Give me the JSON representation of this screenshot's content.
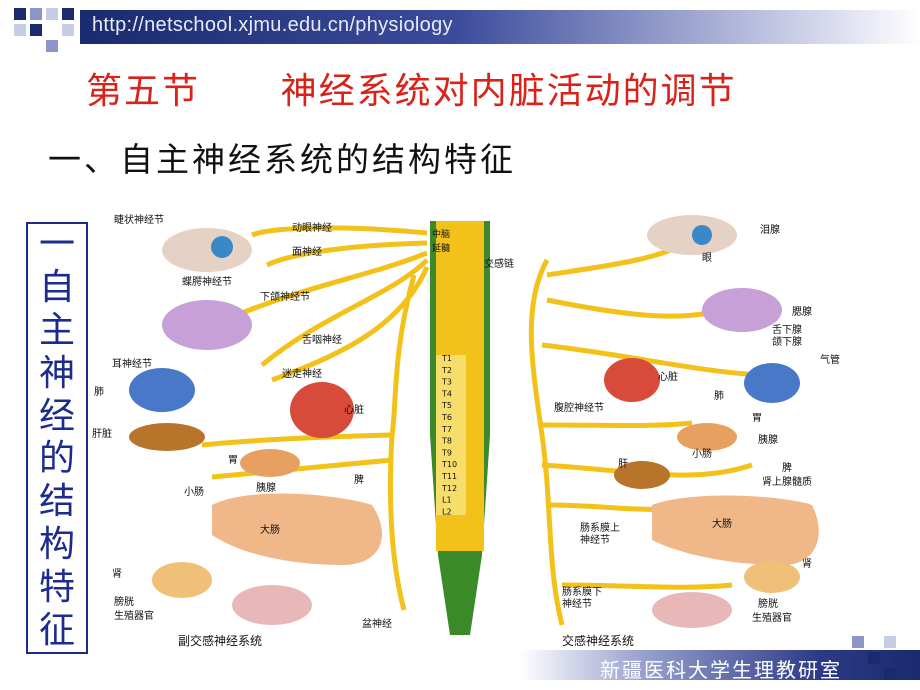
{
  "header": {
    "url": "http://netschool.xjmu.edu.cn/physiology"
  },
  "title": "第五节      神经系统对内脏活动的调节",
  "subtitle": "一、自主神经系统的结构特征",
  "vertical_label": [
    "一",
    "自",
    "主",
    "神",
    "经",
    "的",
    "结",
    "构",
    "特",
    "征"
  ],
  "diagram": {
    "left_labels": {
      "ciliary_ganglion": "睫状神经节",
      "oculomotor_nerve": "动眼神经",
      "facial_nerve": "面神经",
      "pterygopalatine_ganglion": "蝶腭神经节",
      "submandibular_ganglion": "下颌神经节",
      "glossopharyngeal_nerve": "舌咽神经",
      "otic_ganglion": "耳神经节",
      "vagus_nerve": "迷走神经",
      "lung": "肺",
      "heart": "心脏",
      "liver": "肝脏",
      "stomach": "胃",
      "spleen": "脾",
      "small_intestine": "小肠",
      "pancreas": "胰腺",
      "large_intestine": "大肠",
      "rectum": "肾",
      "bladder": "膀胱",
      "genitals": "生殖器官",
      "pelvic_nerve": "盆神经",
      "system_name": "副交感神经系统"
    },
    "spine_labels": {
      "midbrain": "中脑",
      "medulla": "延髓",
      "segments": [
        "T1",
        "T2",
        "T3",
        "T4",
        "T5",
        "T6",
        "T7",
        "T8",
        "T9",
        "T10",
        "T11",
        "T12",
        "L1",
        "L2"
      ]
    },
    "right_labels": {
      "sympathetic_chain": "交感链",
      "lacrimal_gland": "泪腺",
      "eye": "眼",
      "parotid": "腮腺",
      "sublingual": "舌下腺",
      "submandibular": "颌下腺",
      "trachea": "气管",
      "heart": "心脏",
      "celiac_ganglion": "腹腔神经节",
      "lung": "肺",
      "stomach": "胃",
      "pancreas": "胰腺",
      "small_intestine": "小肠",
      "liver": "肝",
      "spleen": "脾",
      "adrenal_medulla": "肾上腺髓质",
      "large_intestine": "大肠",
      "superior_mesenteric_ganglion": [
        "肠系膜上",
        "神经节"
      ],
      "inferior_mesenteric_ganglion": [
        "肠系膜下",
        "神经节"
      ],
      "rectum": "肾",
      "bladder": "膀胱",
      "genitals": "生殖器官",
      "system_name": "交感神经系统"
    }
  },
  "footer": {
    "text": "新疆医科大学生理教研室"
  },
  "colors": {
    "title_red": "#d8221a",
    "brand_blue": "#1d2b8c",
    "nerve_yellow": "#f2c21b",
    "cord_green": "#3a8a2a"
  }
}
